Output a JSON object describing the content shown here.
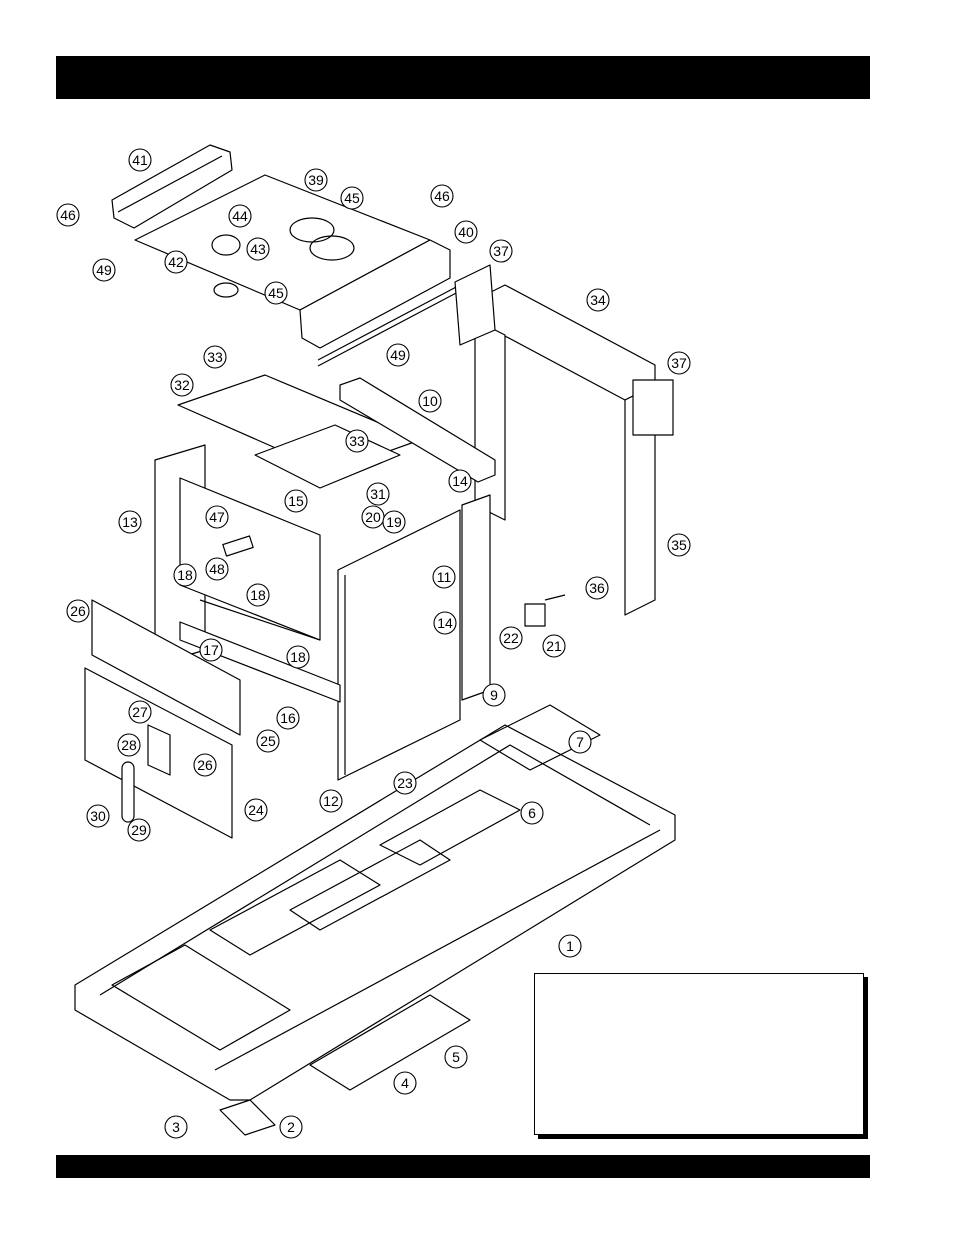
{
  "header": {
    "title": ""
  },
  "callouts": [
    {
      "label": "41"
    },
    {
      "label": "46"
    },
    {
      "label": "49"
    },
    {
      "label": "42"
    },
    {
      "label": "44"
    },
    {
      "label": "43"
    },
    {
      "label": "39"
    },
    {
      "label": "45"
    },
    {
      "label": "45"
    },
    {
      "label": "46"
    },
    {
      "label": "40"
    },
    {
      "label": "49"
    },
    {
      "label": "37"
    },
    {
      "label": "34"
    },
    {
      "label": "37"
    },
    {
      "label": "33"
    },
    {
      "label": "32"
    },
    {
      "label": "10"
    },
    {
      "label": "33"
    },
    {
      "label": "14"
    },
    {
      "label": "31"
    },
    {
      "label": "15"
    },
    {
      "label": "20"
    },
    {
      "label": "19"
    },
    {
      "label": "13"
    },
    {
      "label": "47"
    },
    {
      "label": "48"
    },
    {
      "label": "18"
    },
    {
      "label": "18"
    },
    {
      "label": "11"
    },
    {
      "label": "26"
    },
    {
      "label": "17"
    },
    {
      "label": "18"
    },
    {
      "label": "14"
    },
    {
      "label": "22"
    },
    {
      "label": "21"
    },
    {
      "label": "35"
    },
    {
      "label": "36"
    },
    {
      "label": "9"
    },
    {
      "label": "16"
    },
    {
      "label": "25"
    },
    {
      "label": "27"
    },
    {
      "label": "28"
    },
    {
      "label": "26"
    },
    {
      "label": "24"
    },
    {
      "label": "30"
    },
    {
      "label": "29"
    },
    {
      "label": "12"
    },
    {
      "label": "23"
    },
    {
      "label": "7"
    },
    {
      "label": "6"
    },
    {
      "label": "1"
    },
    {
      "label": "5"
    },
    {
      "label": "4"
    },
    {
      "label": "3"
    },
    {
      "label": "2"
    }
  ],
  "note": {
    "text": ""
  }
}
